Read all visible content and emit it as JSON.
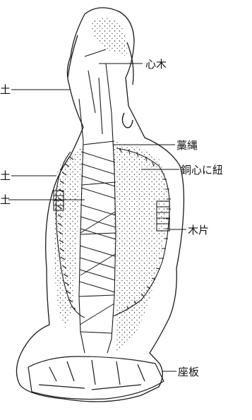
{
  "figure": {
    "labels": {
      "clay_left_top": "土",
      "core_wood": "心木",
      "straw_rope": "藁縄",
      "clay_left_mid": "土",
      "copper_core_cord": "銅心に紐",
      "clay_left_lower": "土",
      "wood_chip": "木片",
      "base_plate": "座板"
    }
  }
}
